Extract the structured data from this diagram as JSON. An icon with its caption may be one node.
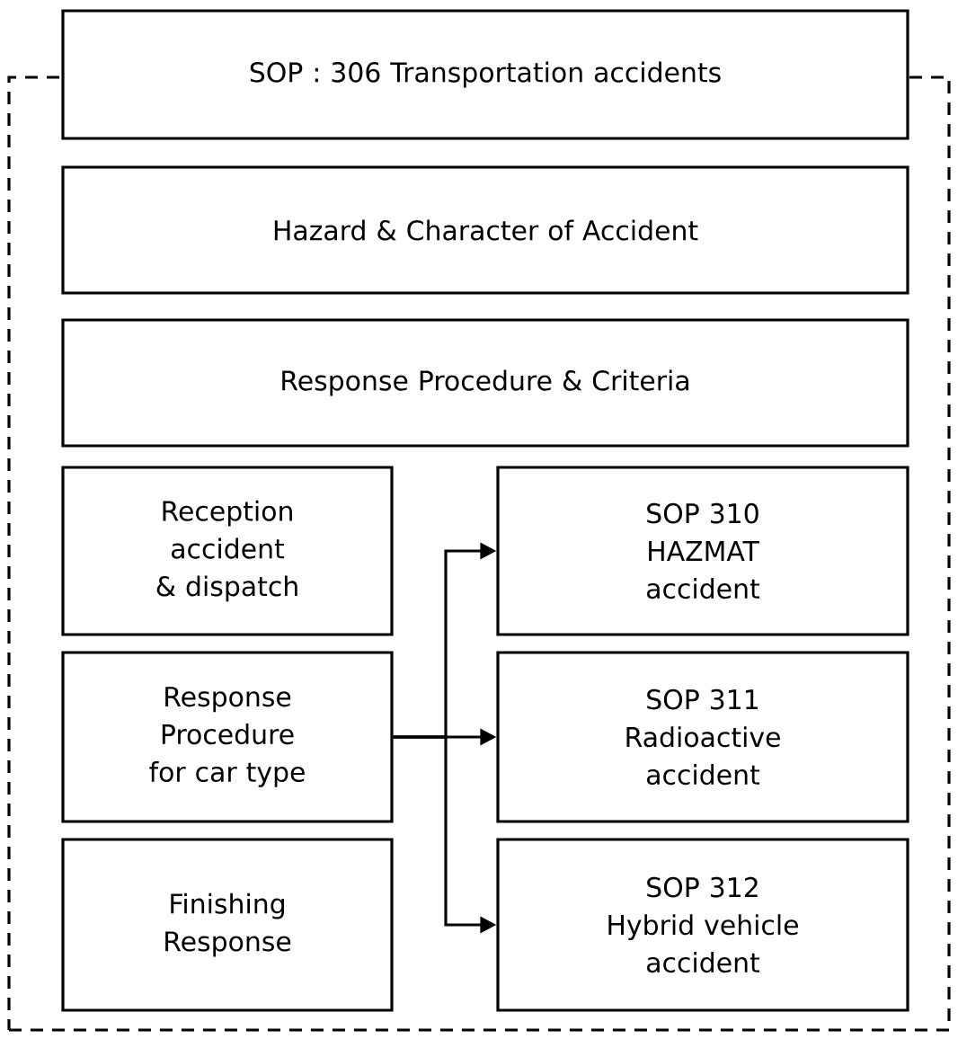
{
  "diagram": {
    "nodes": [
      {
        "text": [],
        "shape": "box"
      },
      {
        "text": [
          "SOP : 306 Transportation accidents"
        ]
      },
      {
        "text": [
          "Hazard & Character of Accident"
        ],
        "in": 0
      },
      {
        "text": [
          "Response Procedure & Criteria"
        ],
        "in": 0
      },
      {
        "text": [
          "Reception accident & dispatch"
        ],
        "in": 0
      },
      {
        "text": [
          "Response Procedure for car type"
        ],
        "in": 0
      },
      {
        "text": [
          "Finishing Response"
        ],
        "in": 0
      },
      {
        "text": [
          "SOP 310 HAZMAT accident"
        ],
        "in": 0
      },
      {
        "text": [
          "SOP 311 Radioactive accident"
        ],
        "in": 0
      },
      {
        "text": [
          "SOP 312 Hybrid vehicle accident"
        ],
        "in": 0
      }
    ],
    "edges": [
      {
        "from": 5,
        "to": 7,
        "arrow": "to"
      },
      {
        "from": 5,
        "to": 8,
        "arrow": "to"
      },
      {
        "from": 5,
        "to": 9,
        "arrow": "to"
      }
    ]
  }
}
